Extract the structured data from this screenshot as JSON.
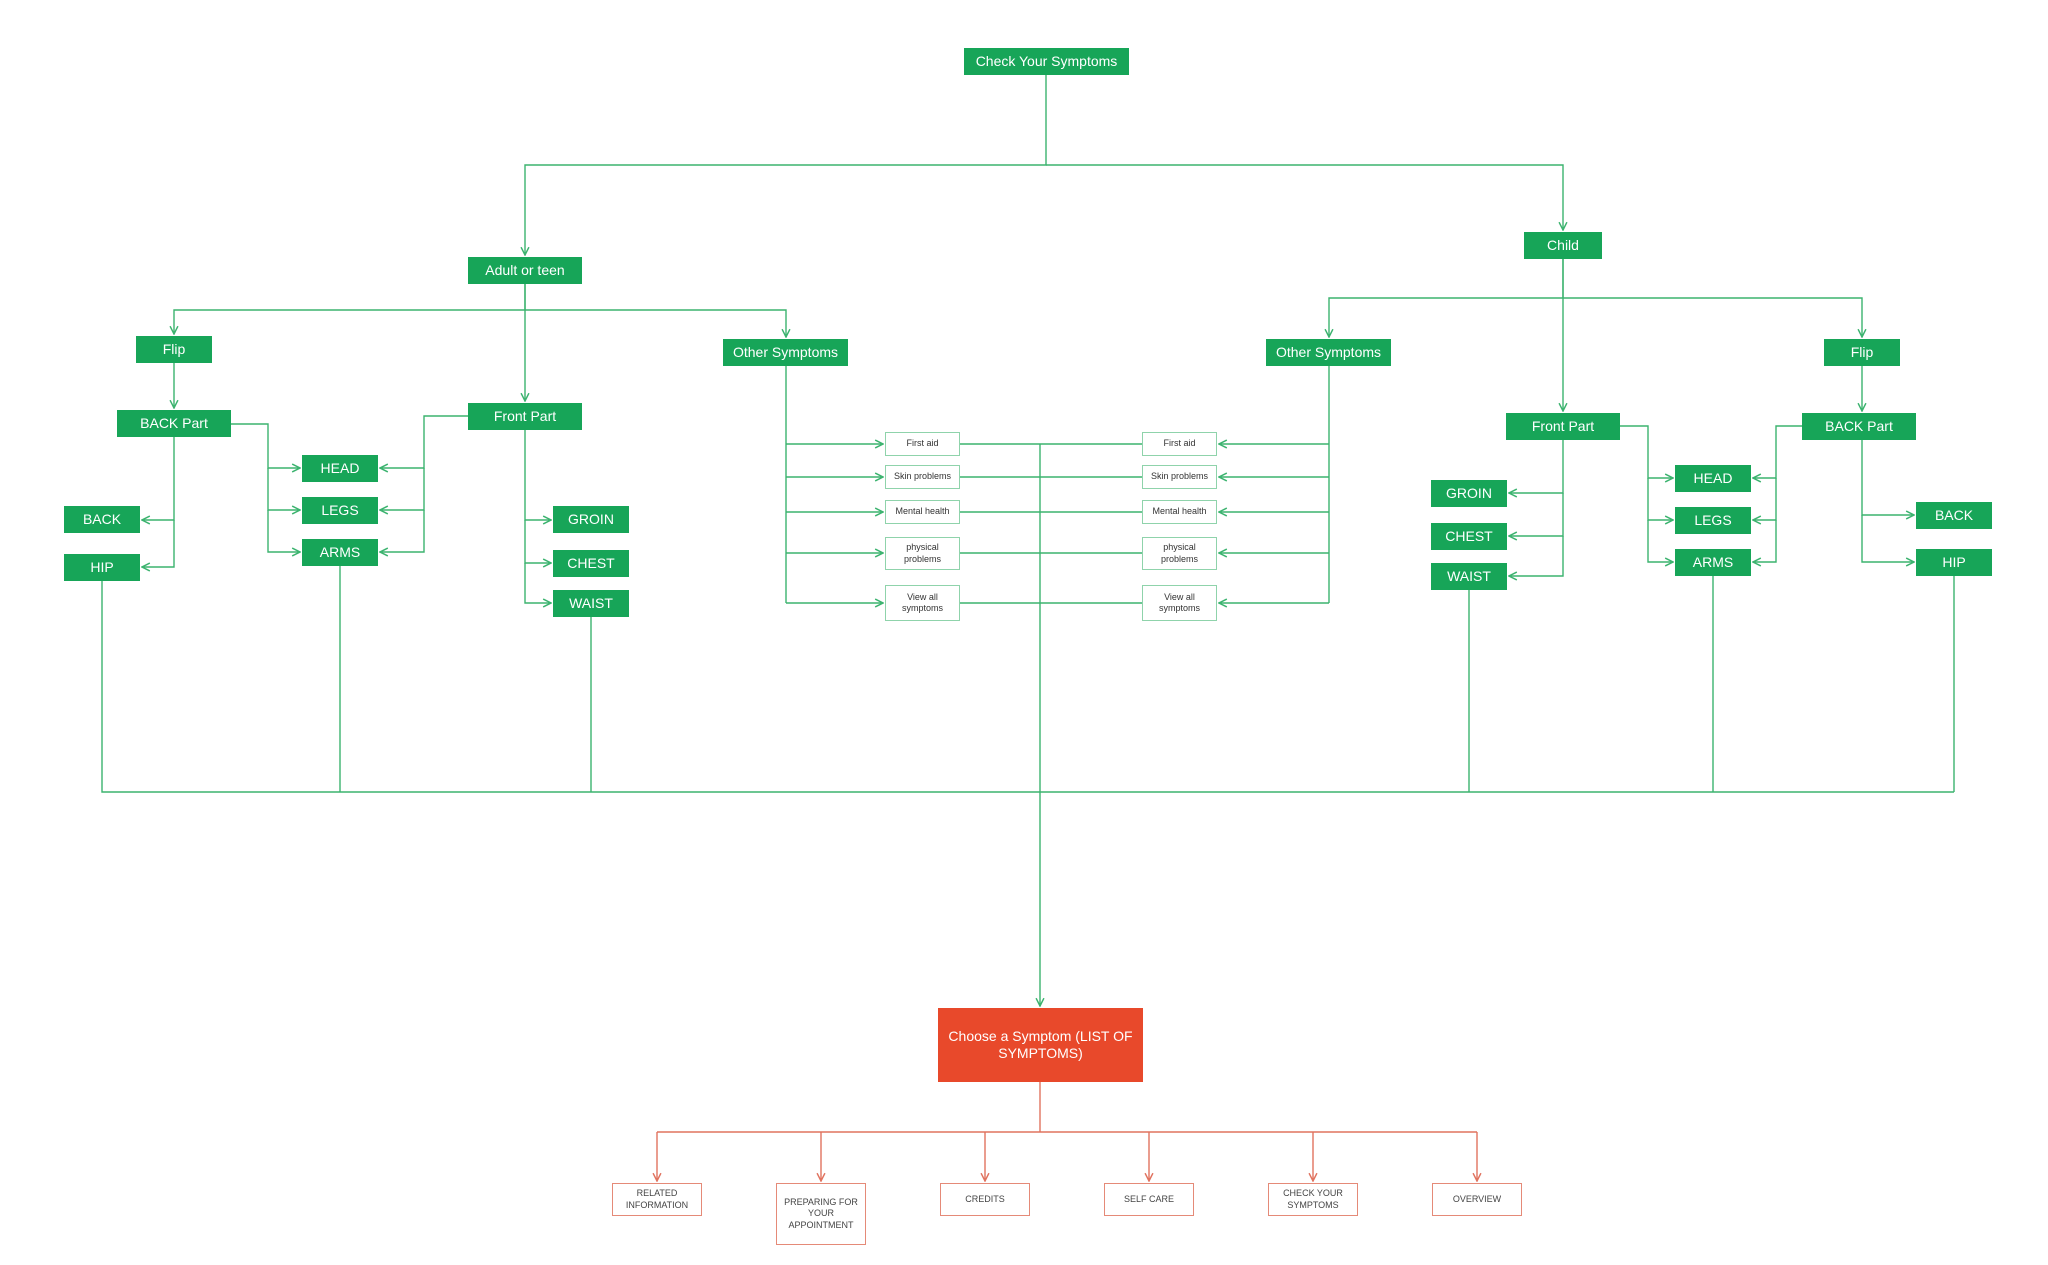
{
  "colors": {
    "green": "#17a558",
    "green_line": "#3cb36f",
    "red": "#e8492b",
    "red_line": "#e0735f"
  },
  "root": {
    "label": "Check Your Symptoms"
  },
  "adult": {
    "title": "Adult or teen",
    "flip": "Flip",
    "back_part": "BACK Part",
    "front_part": "Front Part",
    "other_symptoms": "Other Symptoms",
    "back_items": [
      "BACK",
      "HIP"
    ],
    "shared_items": [
      "HEAD",
      "LEGS",
      "ARMS"
    ],
    "front_items": [
      "GROIN",
      "CHEST",
      "WAIST"
    ]
  },
  "child": {
    "title": "Child",
    "flip": "Flip",
    "back_part": "BACK Part",
    "front_part": "Front Part",
    "other_symptoms": "Other Symptoms",
    "back_items": [
      "BACK",
      "HIP"
    ],
    "shared_items": [
      "HEAD",
      "LEGS",
      "ARMS"
    ],
    "front_items": [
      "GROIN",
      "CHEST",
      "WAIST"
    ]
  },
  "other_list": [
    "First aid",
    "Skin problems",
    "Mental health",
    "physical problems",
    "View all symptoms"
  ],
  "choose": {
    "label": "Choose a Symptom (LIST OF SYMPTOMS)"
  },
  "outputs": [
    "RELATED INFORMATION",
    "PREPARING FOR YOUR APPOINTMENT",
    "CREDITS",
    "SELF CARE",
    "CHECK YOUR SYMPTOMS",
    "OVERVIEW"
  ]
}
